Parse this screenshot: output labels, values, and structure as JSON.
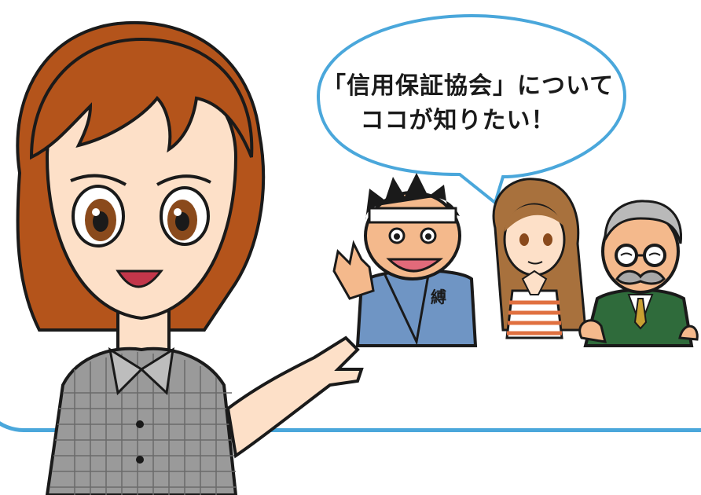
{
  "speech_bubble": {
    "line1": "「信用保証協会」について",
    "line2": "ココが知りたい！"
  },
  "colors": {
    "frame": "#4aa7db",
    "bubble_outline": "#4aa7db",
    "hair_main": "#b4541b",
    "skin": "#fde0c8",
    "jacket_green": "#2f6b3b",
    "happi_blue": "#6f95c4"
  },
  "characters": [
    "woman-guide",
    "craftsman-man",
    "young-woman",
    "elderly-man"
  ]
}
